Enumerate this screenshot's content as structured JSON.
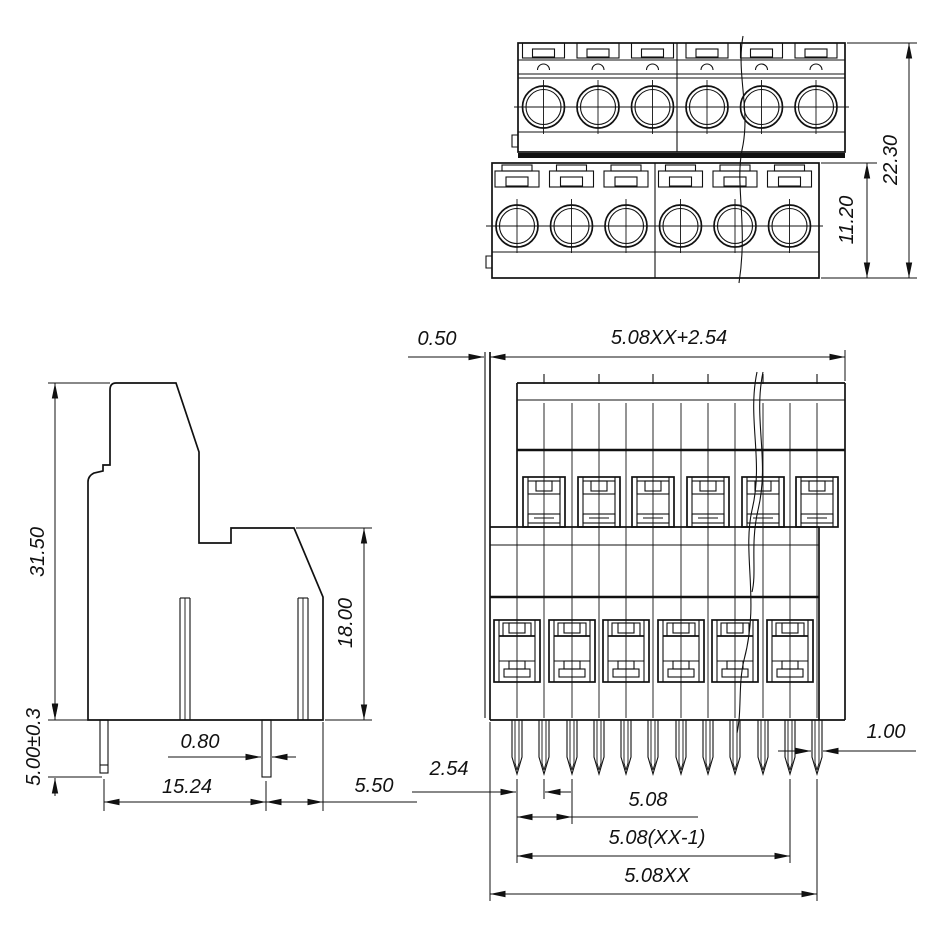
{
  "drawing_title": "double-level-terminal-block-dimension-drawing",
  "views": {
    "top_view": {
      "dims": {
        "overall_height": "22.30",
        "lower_row_height": "11.20"
      }
    },
    "side_view": {
      "dims": {
        "overall_height": "31.50",
        "pin_length": "5.00±0.3",
        "right_height": "18.00",
        "pin_width": "0.80",
        "pin_span": "15.24",
        "right_offset": "5.50"
      }
    },
    "front_view": {
      "dims": {
        "face_offset": "0.50",
        "overall_width": "5.08XX+2.54",
        "pin_stagger": "2.54",
        "pole_pitch": "5.08",
        "pitch_span_minus_one": "5.08(XX-1)",
        "pitch_span_total": "5.08XX",
        "pin_width": "1.00"
      }
    }
  },
  "counts": {
    "top_view_screws_per_row": 6,
    "front_upper_openings": 6,
    "front_lower_openings": 6,
    "front_pins": 12
  }
}
